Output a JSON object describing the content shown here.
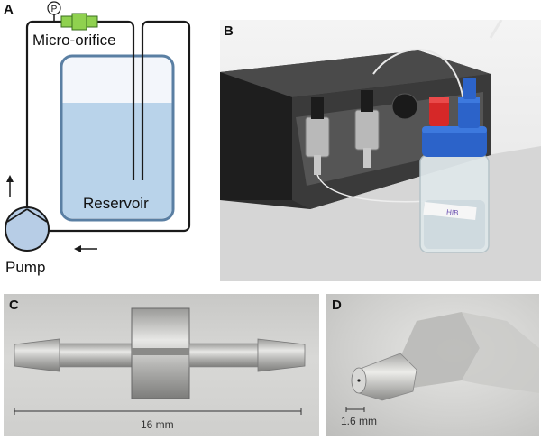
{
  "panels": {
    "a": {
      "label": "A",
      "orifice_label": "Micro-orifice",
      "pressure_symbol": "P",
      "reservoir_label": "Reservoir",
      "pump_label": "Pump"
    },
    "b": {
      "label": "B",
      "bottle_text": "HIB"
    },
    "c": {
      "label": "C",
      "scale_text": "16 mm"
    },
    "d": {
      "label": "D",
      "scale_text": "1.6 mm"
    }
  },
  "colors": {
    "tubing": "#1a1a1a",
    "orifice_green": "#8fd14f",
    "reservoir_border": "#5a7fa3",
    "liquid": "#b9d3ea",
    "reservoir_bg": "#f3f6fb",
    "pump_fill": "#b7cde6",
    "cap_blue": "#2c63c9",
    "cap_red": "#d62828"
  }
}
